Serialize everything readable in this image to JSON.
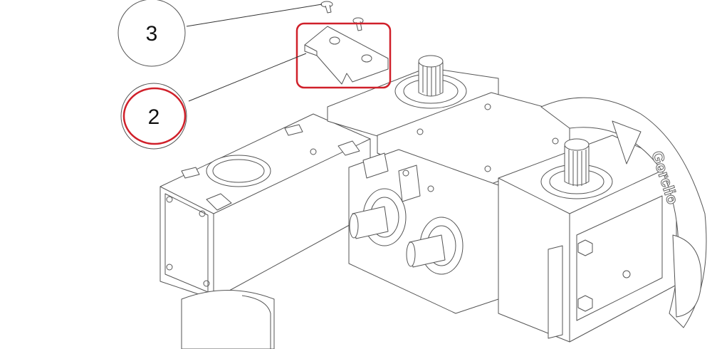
{
  "diagram": {
    "callouts": [
      {
        "label": "3",
        "highlighted": false
      },
      {
        "label": "2",
        "highlighted": true
      }
    ],
    "highlight_color": "#d0202a",
    "brand_mark": "Gorclio"
  }
}
